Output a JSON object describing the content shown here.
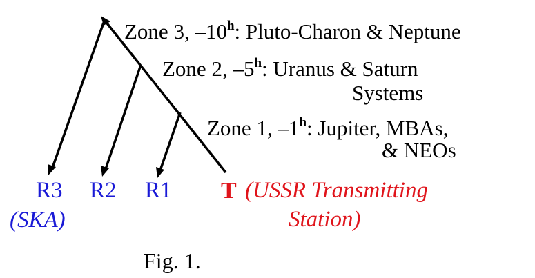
{
  "zones": [
    {
      "prefix": "Zone 3, –10",
      "sup": "h",
      "suffix": ": Pluto-Charon & Neptune",
      "line2": ""
    },
    {
      "prefix": "Zone 2, –5",
      "sup": "h",
      "suffix": ": Uranus & Saturn",
      "line2": "Systems"
    },
    {
      "prefix": "Zone 1, –1",
      "sup": "h",
      "suffix": ": Jupiter, MBAs,",
      "line2": "& NEOs"
    }
  ],
  "receivers": [
    {
      "label": "R3",
      "sub": "(SKA)"
    },
    {
      "label": "R2",
      "sub": ""
    },
    {
      "label": "R1",
      "sub": ""
    }
  ],
  "transmitter": {
    "label": "T",
    "desc_line1": "(USSR Transmitting",
    "desc_line2": "Station)"
  },
  "caption": "Fig. 1.",
  "colors": {
    "receiver": "#1a1ad6",
    "transmitter": "#e0141b",
    "lines": "#000000"
  }
}
